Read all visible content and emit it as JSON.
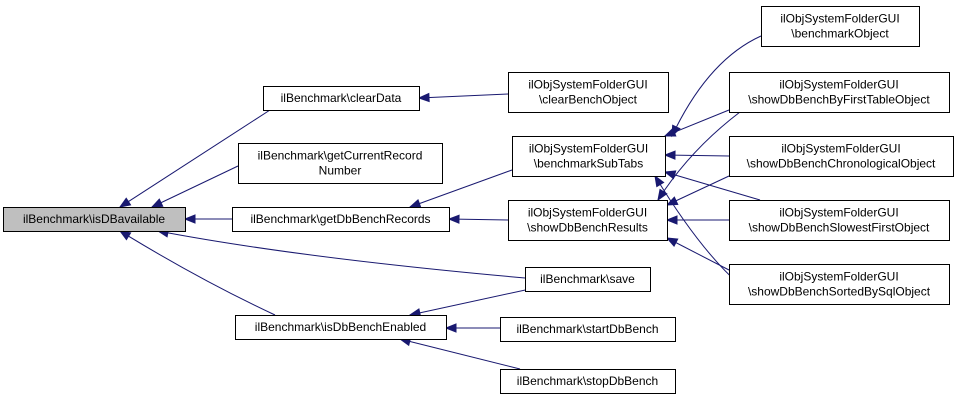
{
  "colors": {
    "edge": "#191970",
    "root_fill": "#bfbfbf",
    "node_fill": "#ffffff",
    "node_border": "#000000"
  },
  "nodes": {
    "isDBavailable": {
      "lines": [
        "ilBenchmark\\isDBavailable"
      ]
    },
    "clearData": {
      "lines": [
        "ilBenchmark\\clearData"
      ]
    },
    "getCurrentRecordNumber": {
      "lines": [
        "ilBenchmark\\getCurrentRecord",
        "Number"
      ]
    },
    "getDbBenchRecords": {
      "lines": [
        "ilBenchmark\\getDbBenchRecords"
      ]
    },
    "isDbBenchEnabled": {
      "lines": [
        "ilBenchmark\\isDbBenchEnabled"
      ]
    },
    "clearBenchObject": {
      "lines": [
        "ilObjSystemFolderGUI",
        "\\clearBenchObject"
      ]
    },
    "benchmarkSubTabs": {
      "lines": [
        "ilObjSystemFolderGUI",
        "\\benchmarkSubTabs"
      ]
    },
    "showDbBenchResults": {
      "lines": [
        "ilObjSystemFolderGUI",
        "\\showDbBenchResults"
      ]
    },
    "save": {
      "lines": [
        "ilBenchmark\\save"
      ]
    },
    "startDbBench": {
      "lines": [
        "ilBenchmark\\startDbBench"
      ]
    },
    "stopDbBench": {
      "lines": [
        "ilBenchmark\\stopDbBench"
      ]
    },
    "benchmarkObject": {
      "lines": [
        "ilObjSystemFolderGUI",
        "\\benchmarkObject"
      ]
    },
    "showDbBenchByFirstTableObject": {
      "lines": [
        "ilObjSystemFolderGUI",
        "\\showDbBenchByFirstTableObject"
      ]
    },
    "showDbBenchChronologicalObject": {
      "lines": [
        "ilObjSystemFolderGUI",
        "\\showDbBenchChronologicalObject"
      ]
    },
    "showDbBenchSlowestFirstObject": {
      "lines": [
        "ilObjSystemFolderGUI",
        "\\showDbBenchSlowestFirstObject"
      ]
    },
    "showDbBenchSortedBySqlObject": {
      "lines": [
        "ilObjSystemFolderGUI",
        "\\showDbBenchSortedBySqlObject"
      ]
    }
  },
  "edges": [
    {
      "from": "clearData",
      "to": "isDBavailable"
    },
    {
      "from": "getCurrentRecordNumber",
      "to": "isDBavailable"
    },
    {
      "from": "getDbBenchRecords",
      "to": "isDBavailable"
    },
    {
      "from": "save",
      "to": "isDBavailable"
    },
    {
      "from": "isDbBenchEnabled",
      "to": "isDBavailable"
    },
    {
      "from": "clearBenchObject",
      "to": "clearData"
    },
    {
      "from": "benchmarkSubTabs",
      "to": "getDbBenchRecords"
    },
    {
      "from": "showDbBenchResults",
      "to": "getDbBenchRecords"
    },
    {
      "from": "save",
      "to": "isDbBenchEnabled"
    },
    {
      "from": "startDbBench",
      "to": "isDbBenchEnabled"
    },
    {
      "from": "stopDbBench",
      "to": "isDbBenchEnabled"
    },
    {
      "from": "benchmarkObject",
      "to": "benchmarkSubTabs"
    },
    {
      "from": "showDbBenchByFirstTableObject",
      "to": "benchmarkSubTabs"
    },
    {
      "from": "showDbBenchChronologicalObject",
      "to": "benchmarkSubTabs"
    },
    {
      "from": "showDbBenchSlowestFirstObject",
      "to": "benchmarkSubTabs"
    },
    {
      "from": "showDbBenchSortedBySqlObject",
      "to": "benchmarkSubTabs"
    },
    {
      "from": "showDbBenchByFirstTableObject",
      "to": "showDbBenchResults"
    },
    {
      "from": "showDbBenchChronologicalObject",
      "to": "showDbBenchResults"
    },
    {
      "from": "showDbBenchSlowestFirstObject",
      "to": "showDbBenchResults"
    },
    {
      "from": "showDbBenchSortedBySqlObject",
      "to": "showDbBenchResults"
    }
  ]
}
